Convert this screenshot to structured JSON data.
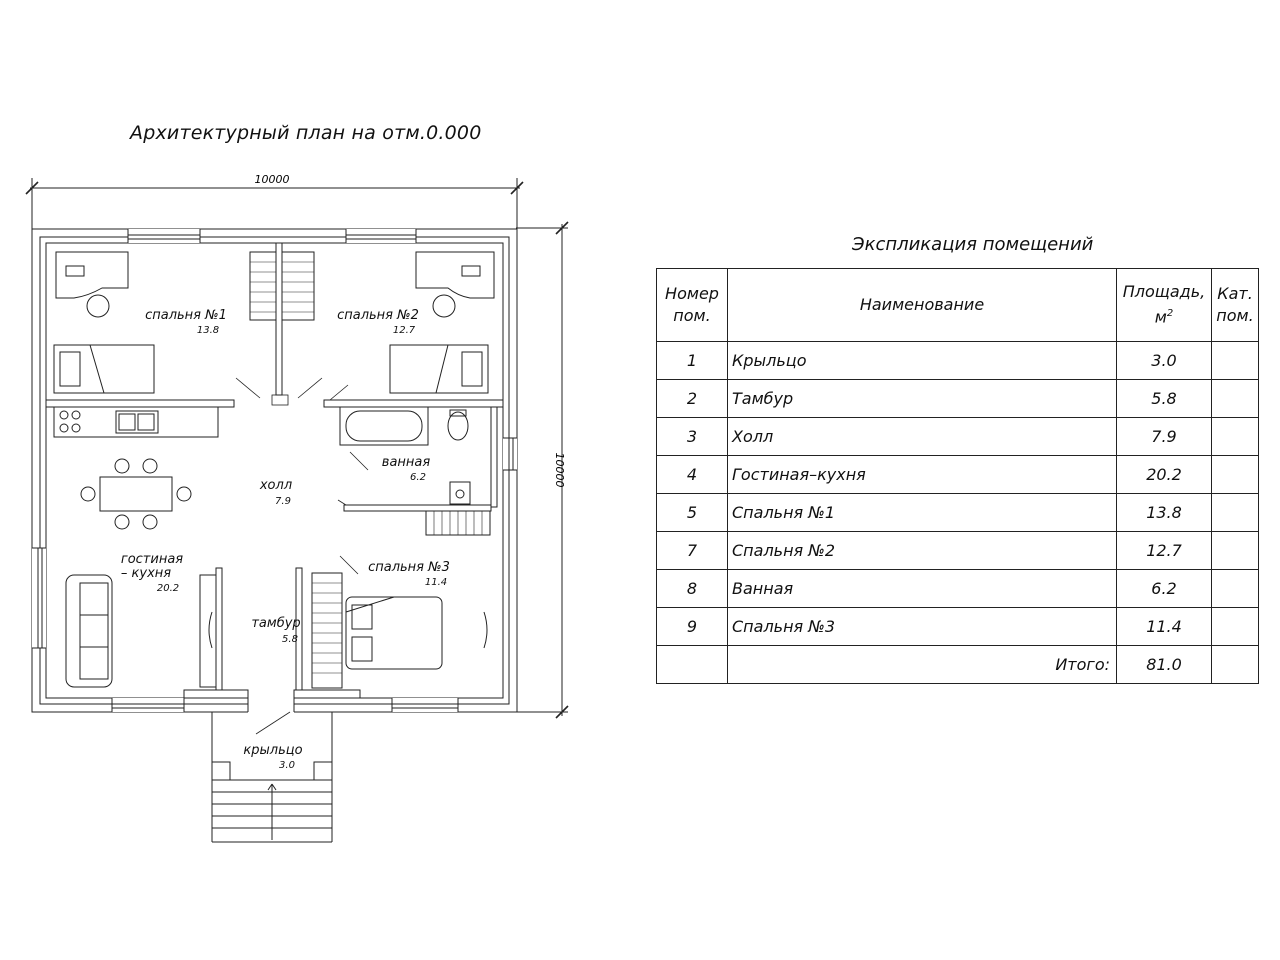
{
  "plan": {
    "title": "Архитектурный план на отм.0.000",
    "dim_width": "10000",
    "dim_height": "10000",
    "rooms": [
      {
        "id": "bedroom-1",
        "name": "спальня №1",
        "area": "13.8"
      },
      {
        "id": "bedroom-2",
        "name": "спальня №2",
        "area": "12.7"
      },
      {
        "id": "hall",
        "name": "холл",
        "area": "7.9"
      },
      {
        "id": "bathroom",
        "name": "ванная",
        "area": "6.2"
      },
      {
        "id": "living-kitchen",
        "name_line1": "гостиная",
        "name_line2": "– кухня",
        "area": "20.2"
      },
      {
        "id": "bedroom-3",
        "name": "спальня №3",
        "area": "11.4"
      },
      {
        "id": "vestibule",
        "name": "тамбур",
        "area": "5.8"
      },
      {
        "id": "porch",
        "name": "крыльцо",
        "area": "3.0"
      }
    ]
  },
  "explication": {
    "title": "Экспликация помещений",
    "headers": {
      "number_line1": "Номер",
      "number_line2": "пом.",
      "name": "Наименование",
      "area_line1": "Площадь,",
      "area_line2": "м",
      "area_sup": "2",
      "cat_line1": "Кат.",
      "cat_line2": "пом."
    },
    "rows": [
      {
        "num": "1",
        "name": "Крыльцо",
        "area": "3.0",
        "cat": ""
      },
      {
        "num": "2",
        "name": "Тамбур",
        "area": "5.8",
        "cat": ""
      },
      {
        "num": "3",
        "name": "Холл",
        "area": "7.9",
        "cat": ""
      },
      {
        "num": "4",
        "name": "Гостиная–кухня",
        "area": "20.2",
        "cat": ""
      },
      {
        "num": "5",
        "name": "Спальня №1",
        "area": "13.8",
        "cat": ""
      },
      {
        "num": "7",
        "name": "Спальня №2",
        "area": "12.7",
        "cat": ""
      },
      {
        "num": "8",
        "name": "Ванная",
        "area": "6.2",
        "cat": ""
      },
      {
        "num": "9",
        "name": "Спальня №3",
        "area": "11.4",
        "cat": ""
      }
    ],
    "total_label": "Итого:",
    "total_value": "81.0"
  }
}
